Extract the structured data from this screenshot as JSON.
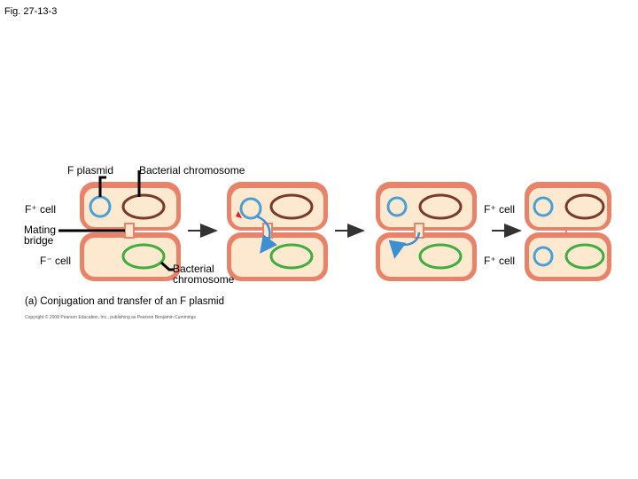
{
  "figure_label": "Fig. 27-13-3",
  "labels": {
    "f_plasmid": "F plasmid",
    "bacterial_chromosome_top": "Bacterial chromosome",
    "f_plus_left": "F⁺ cell",
    "mating_bridge_line1": "Mating",
    "mating_bridge_line2": "bridge",
    "f_minus_left": "F⁻ cell",
    "bacterial_chromosome_bottom_line1": "Bacterial",
    "bacterial_chromosome_bottom_line2": "chromosome",
    "f_plus_right_top": "F⁺ cell",
    "f_plus_right_bottom": "F⁺ cell"
  },
  "caption": "(a) Conjugation and transfer of an F plasmid",
  "copyright": "Copyright © 2008 Pearson Education, Inc., publishing as Pearson Benjamin Cummings",
  "colors": {
    "cell_membrane": "#e8836a",
    "cell_fill": "#fde9cf",
    "plasmid": "#4a9fd6",
    "chromosome_top": "#7a3a2a",
    "chromosome_bottom": "#3fae3f"
  }
}
